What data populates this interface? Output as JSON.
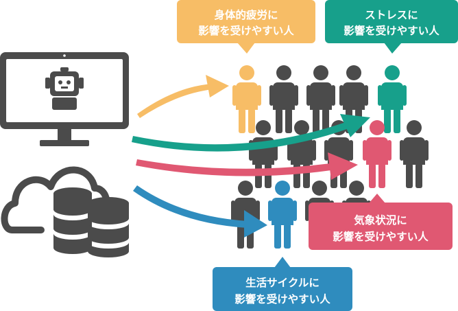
{
  "colors": {
    "orange": "#f7bd66",
    "teal": "#17a08b",
    "pink": "#e05872",
    "blue": "#2f8cbe",
    "dark": "#4b4b4b"
  },
  "icons": {
    "computer": "monitor-icon",
    "robot": "robot-icon",
    "cloud": "cloud-icon",
    "database": "database-icon",
    "person": "person-icon"
  },
  "bubbles": {
    "physical_fatigue": {
      "line1": "身体的疲労に",
      "line2": "影響を受けやすい人"
    },
    "stress": {
      "line1": "ストレスに",
      "line2": "影響を受けやすい人"
    },
    "weather": {
      "line1": "気象状況に",
      "line2": "影響を受けやすい人"
    },
    "life_cycle": {
      "line1": "生活サイクルに",
      "line2": "影響を受けやすい人"
    }
  }
}
